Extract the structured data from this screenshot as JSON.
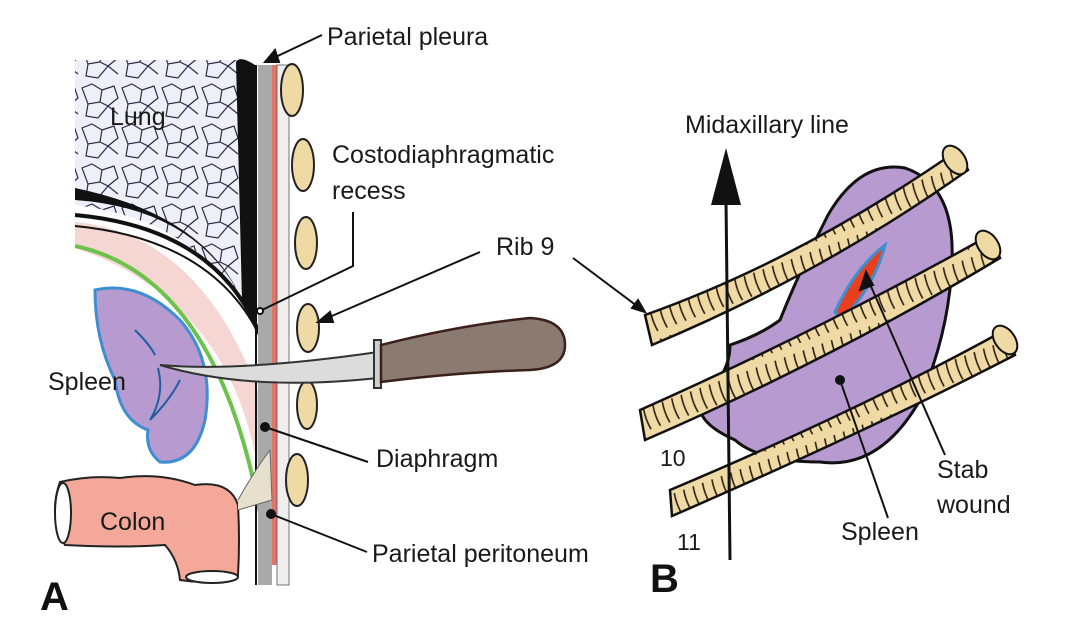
{
  "figure": {
    "panel_a": {
      "letter": "A",
      "labels": {
        "lung": "Lung",
        "parietal_pleura": "Parietal pleura",
        "recess_line1": "Costodiaphragmatic",
        "recess_line2": "recess",
        "rib9": "Rib 9",
        "spleen": "Spleen",
        "diaphragm": "Diaphragm",
        "colon": "Colon",
        "parietal_peritoneum": "Parietal peritoneum"
      }
    },
    "panel_b": {
      "letter": "B",
      "labels": {
        "midaxillary": "Midaxillary line",
        "rib10": "10",
        "rib11": "11",
        "spleen": "Spleen",
        "stab_line1": "Stab",
        "stab_line2": "wound"
      }
    },
    "colors": {
      "spleen": "#b79ad0",
      "spleen_outline": "#3d8fd1",
      "rib": "#efd9a4",
      "colon": "#f3a89a",
      "wound": "#e8401c",
      "pleura_black": "#111111",
      "peritoneum_green": "#6cc24a",
      "pink_layer": "#f6d6d2",
      "grey_layer": "#a9a9a9",
      "muscle_red": "#e2746a",
      "knife_handle": "#7a6a62",
      "knife_blade": "#d8d8d8"
    }
  }
}
